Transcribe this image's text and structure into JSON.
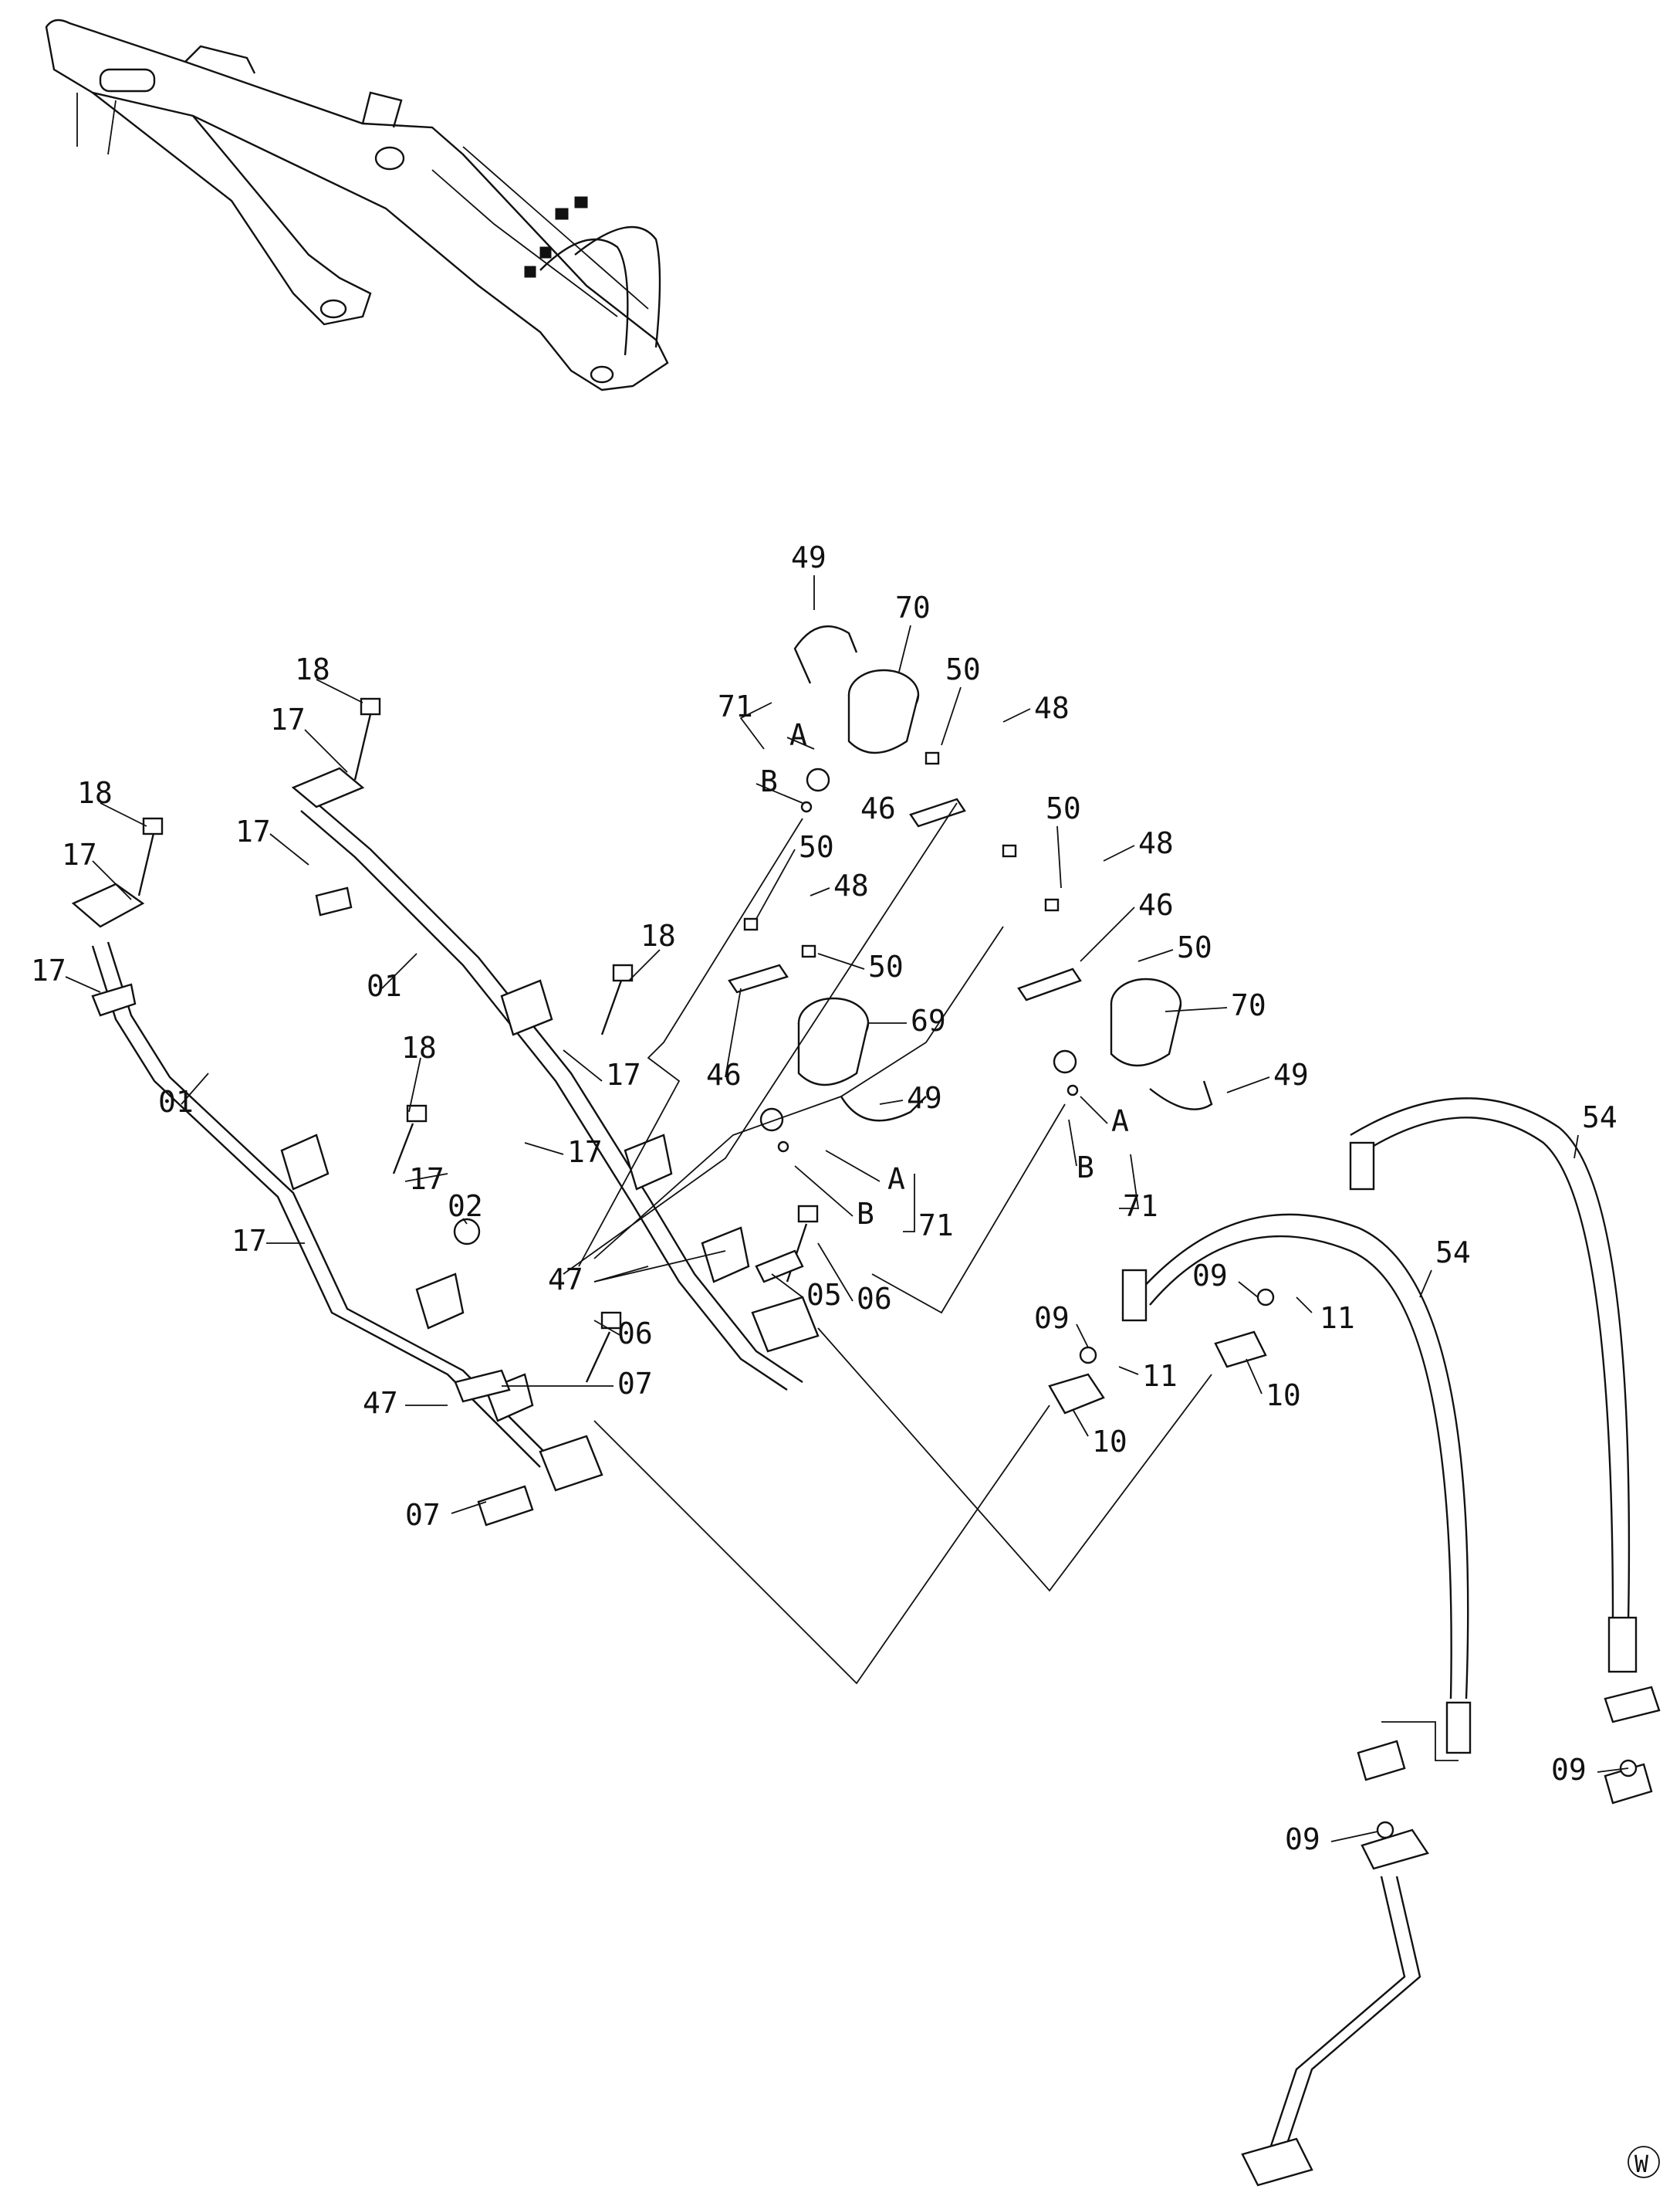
{
  "callouts": [
    {
      "id": "c-49a",
      "label": "49"
    },
    {
      "id": "c-70a",
      "label": "70"
    },
    {
      "id": "c-71a",
      "label": "71"
    },
    {
      "id": "c-Aa",
      "label": "A"
    },
    {
      "id": "c-Ba",
      "label": "B"
    },
    {
      "id": "c-50a",
      "label": "50"
    },
    {
      "id": "c-48a",
      "label": "48"
    },
    {
      "id": "c-46a",
      "label": "46"
    },
    {
      "id": "c-50b",
      "label": "50"
    },
    {
      "id": "c-18a",
      "label": "18"
    },
    {
      "id": "c-17a",
      "label": "17"
    },
    {
      "id": "c-17b",
      "label": "17"
    },
    {
      "id": "c-18b",
      "label": "18"
    },
    {
      "id": "c-17c",
      "label": "17"
    },
    {
      "id": "c-17d",
      "label": "17"
    },
    {
      "id": "c-50c",
      "label": "50"
    },
    {
      "id": "c-48b",
      "label": "48"
    },
    {
      "id": "c-48c",
      "label": "48"
    },
    {
      "id": "c-46b",
      "label": "46"
    },
    {
      "id": "c-50d",
      "label": "50"
    },
    {
      "id": "c-50e",
      "label": "50"
    },
    {
      "id": "c-01a",
      "label": "01"
    },
    {
      "id": "c-18c",
      "label": "18"
    },
    {
      "id": "c-70b",
      "label": "70"
    },
    {
      "id": "c-69",
      "label": "69"
    },
    {
      "id": "c-17e",
      "label": "17"
    },
    {
      "id": "c-46c",
      "label": "46"
    },
    {
      "id": "c-49b",
      "label": "49"
    },
    {
      "id": "c-01b",
      "label": "01"
    },
    {
      "id": "c-18d",
      "label": "18"
    },
    {
      "id": "c-17f",
      "label": "17"
    },
    {
      "id": "c-49c",
      "label": "49"
    },
    {
      "id": "c-Ab",
      "label": "A"
    },
    {
      "id": "c-Ac",
      "label": "A"
    },
    {
      "id": "c-54a",
      "label": "54"
    },
    {
      "id": "c-17g",
      "label": "17"
    },
    {
      "id": "c-Bb",
      "label": "B"
    },
    {
      "id": "c-Bc",
      "label": "B"
    },
    {
      "id": "c-71b",
      "label": "71"
    },
    {
      "id": "c-71c",
      "label": "71"
    },
    {
      "id": "c-02",
      "label": "02"
    },
    {
      "id": "c-17h",
      "label": "17"
    },
    {
      "id": "c-54b",
      "label": "54"
    },
    {
      "id": "c-47a",
      "label": "47"
    },
    {
      "id": "c-05",
      "label": "05"
    },
    {
      "id": "c-06a",
      "label": "06"
    },
    {
      "id": "c-09a",
      "label": "09"
    },
    {
      "id": "c-11a",
      "label": "11"
    },
    {
      "id": "c-09b",
      "label": "09"
    },
    {
      "id": "c-06b",
      "label": "06"
    },
    {
      "id": "c-11b",
      "label": "11"
    },
    {
      "id": "c-10a",
      "label": "10"
    },
    {
      "id": "c-07a",
      "label": "07"
    },
    {
      "id": "c-47b",
      "label": "47"
    },
    {
      "id": "c-10b",
      "label": "10"
    },
    {
      "id": "c-07b",
      "label": "07"
    },
    {
      "id": "c-09c",
      "label": "09"
    },
    {
      "id": "c-09d",
      "label": "09"
    }
  ],
  "view_marker": "W"
}
